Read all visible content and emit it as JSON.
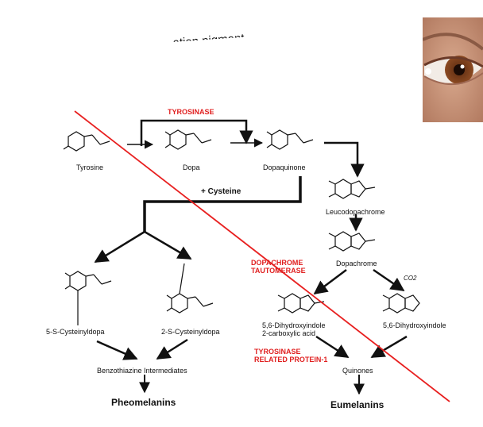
{
  "slide": {
    "heading_fragment": "...... ation pigment"
  },
  "photo": {
    "subject": "eye-closeup"
  },
  "enzymes": {
    "tyrosinase": "TYROSINASE",
    "dopachrome_tautomerase": "DOPACHROME\nTAUTOMERASE",
    "trp1": "TYROSINASE\nRELATED PROTEIN-1"
  },
  "compounds": {
    "tyrosine": "Tyrosine",
    "dopa": "Dopa",
    "dopaquinone": "Dopaquinone",
    "leucodopachrome": "Leucodopachrome",
    "dopachrome": "Dopachrome",
    "dhica": "5,6-Dihydroxyindole\n2-carboxylic acid",
    "dhi": "5,6-Dihydroxyindole",
    "cysteinyldopa5": "5-S-Cysteinyldopa",
    "cysteinyldopa2": "2-S-Cysteinyldopa",
    "benzothiazine": "Benzothiazine Intermediates",
    "quinones": "Quinones"
  },
  "reagents": {
    "cysteine": "+ Cysteine",
    "co2": "CO2"
  },
  "products": {
    "pheomelanins": "Pheomelanins",
    "eumelanins": "Eumelanins"
  },
  "colors": {
    "enzyme_text": "#e02020",
    "strike_line": "#e82020",
    "ink": "#111111"
  }
}
